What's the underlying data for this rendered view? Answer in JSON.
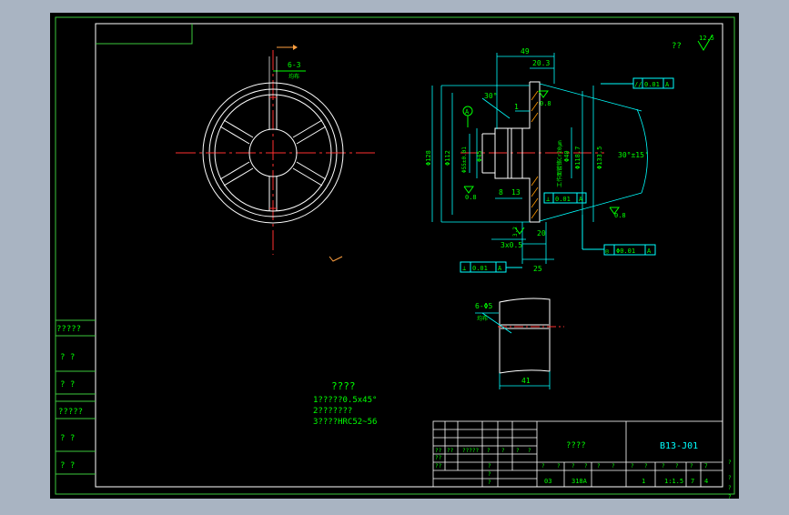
{
  "drawing": {
    "drawing_number": "B13-J01",
    "part_name_box": "????",
    "roughness_note": "??",
    "roughness_value": "12.5",
    "notes_title": "????",
    "notes": [
      "1?????0.5x45°",
      "2???????",
      "3????HRC52~56"
    ],
    "left_column": [
      "?????",
      "?   ?",
      "?   ?",
      "?????",
      "?   ?",
      "?   ?"
    ]
  },
  "front_view": {
    "hole_callout": "6-3",
    "hole_callout_sub": "均布"
  },
  "section_view": {
    "dims": {
      "d49": "49",
      "d20_3": "20.3",
      "d30deg": "30°",
      "d1": "1",
      "d128": "Φ128",
      "d112": "Φ112",
      "d55": "Φ55±0.01",
      "d45": "Φ45",
      "d40": "Φ40",
      "d118": "Φ118.7",
      "d133": "Φ133.5",
      "d8": "8",
      "d13": "13",
      "d20": "20",
      "d3x05": "3x0.5",
      "d25": "25",
      "angle": "30°±15'",
      "rough08a": "0.8",
      "rough08b": "0.8",
      "rough08c": "0.8",
      "rough32": "3.2",
      "datum": "A",
      "side_text": "工作面镀铬Cr20μm"
    },
    "tolerances": {
      "top": {
        "symbol": "//",
        "value": "0.01",
        "datum": "A"
      },
      "mid": {
        "symbol": "⊥",
        "value": "0.01",
        "datum": "A"
      },
      "bottom": {
        "symbol": "⊥",
        "value": "0.01",
        "datum": "A"
      },
      "concentric": {
        "symbol": "◎",
        "value": "Φ0.01",
        "datum": "A"
      }
    }
  },
  "detail_view": {
    "callout": "6-Φ5",
    "callout_sub": "均布",
    "width": "41"
  },
  "title_block": {
    "header_cells": [
      "??",
      "??",
      "?????",
      "?",
      "?",
      "?",
      "?"
    ],
    "row_a": [
      "?",
      "?",
      "?",
      "?",
      "?",
      "?",
      "?",
      "?",
      "?",
      "?",
      "?",
      "?",
      "?",
      "?",
      "7"
    ],
    "row_b": [
      "03",
      "318A",
      "1",
      "1:1.5",
      "7",
      "4"
    ],
    "side_marks": [
      "??",
      "??",
      "?",
      "?",
      "?",
      "?"
    ]
  }
}
